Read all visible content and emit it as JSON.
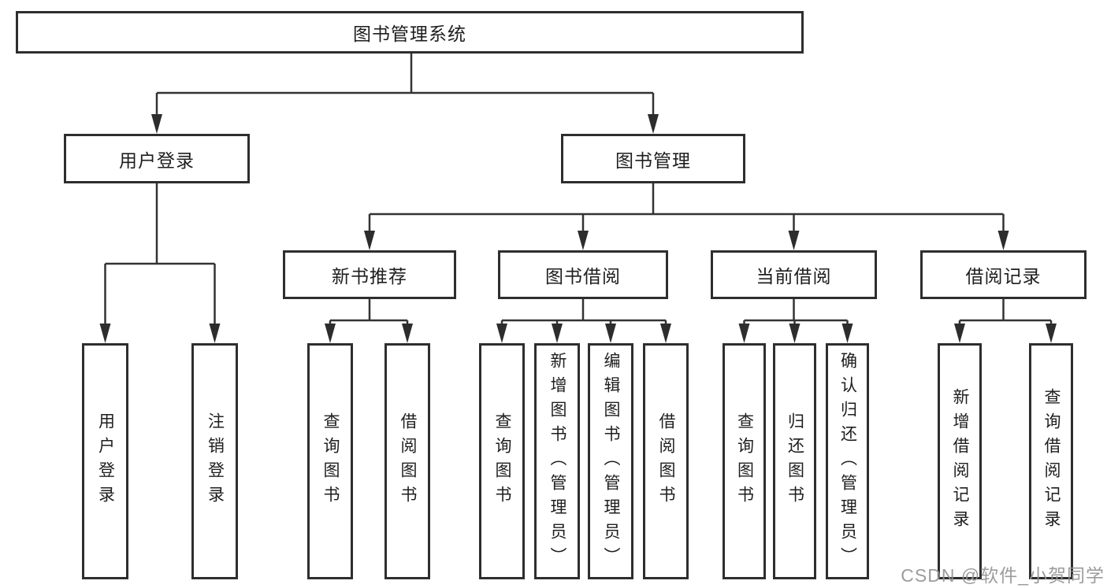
{
  "colors": {
    "background": "#ffffff",
    "line": "#333333",
    "box_border": "#2e2e2e",
    "text": "#1e1e1e",
    "watermark": "#949494"
  },
  "tree": {
    "root": {
      "label": "图书管理系统"
    },
    "login": {
      "label": "用户登录",
      "children": [
        {
          "label": "用户登录"
        },
        {
          "label": "注销登录"
        }
      ]
    },
    "management": {
      "label": "图书管理",
      "sections": [
        {
          "label": "新书推荐",
          "children": [
            {
              "label": "查询图书"
            },
            {
              "label": "借阅图书"
            }
          ]
        },
        {
          "label": "图书借阅",
          "children": [
            {
              "label": "查询图书"
            },
            {
              "label": "新增图书（管理员）"
            },
            {
              "label": "编辑图书（管理员）"
            },
            {
              "label": "借阅图书"
            }
          ]
        },
        {
          "label": "当前借阅",
          "children": [
            {
              "label": "查询图书"
            },
            {
              "label": "归还图书"
            },
            {
              "label": "确认归还（管理员）"
            }
          ]
        },
        {
          "label": "借阅记录",
          "children": [
            {
              "label": "新增借阅记录"
            },
            {
              "label": "查询借阅记录"
            }
          ]
        }
      ]
    }
  },
  "watermark": {
    "text": "CSDN @软件_小贺同学"
  }
}
